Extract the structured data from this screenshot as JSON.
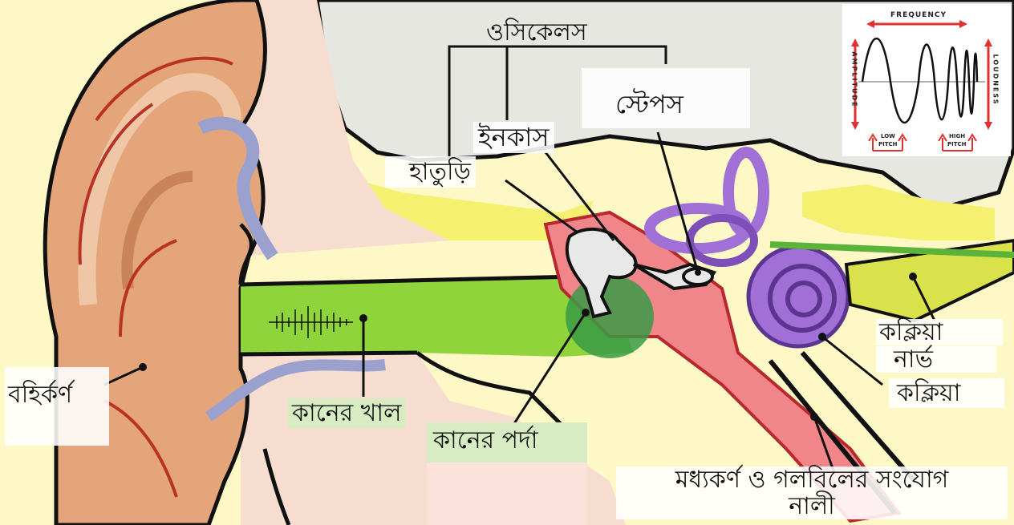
{
  "colors": {
    "background": "#fdf8c6",
    "skin": "#e5a57a",
    "skin_light": "#f4d3bc",
    "bone": "#fbf6a8",
    "canal": "#8fd43a",
    "eardrum": "#3a9a45",
    "middle_ear": "#f0868a",
    "cochlea": "#a070d6",
    "outline": "#111111",
    "arrow": "#e03030"
  },
  "labels": {
    "ossicles": "ওসিকেলস",
    "stapes": "স্টেপস",
    "incus": "ইনকাস",
    "malleus": "হাতুড়ি",
    "cochlear_nerve_line1": "কক্লিয়া",
    "cochlear_nerve_line2": "নার্ভ",
    "cochlea": "কক্লিয়া",
    "outer_ear": "বহির্কর্ণ",
    "ear_canal": "কানের খাল",
    "eardrum": "কানের পর্দা",
    "eustachian_line1": "মধ্যকর্ণ ও গলবিলের সংযোগ",
    "eustachian_line2": "নালী"
  },
  "inset": {
    "frequency": "FREQUENCY",
    "amplitude": "AMPLITUDE",
    "loudness": "LOUDNESS",
    "low_pitch_1": "LOW",
    "low_pitch_2": "PITCH",
    "high_pitch_1": "HIGH",
    "high_pitch_2": "PITCH"
  },
  "icons": [
    "sound-wave-icon"
  ]
}
